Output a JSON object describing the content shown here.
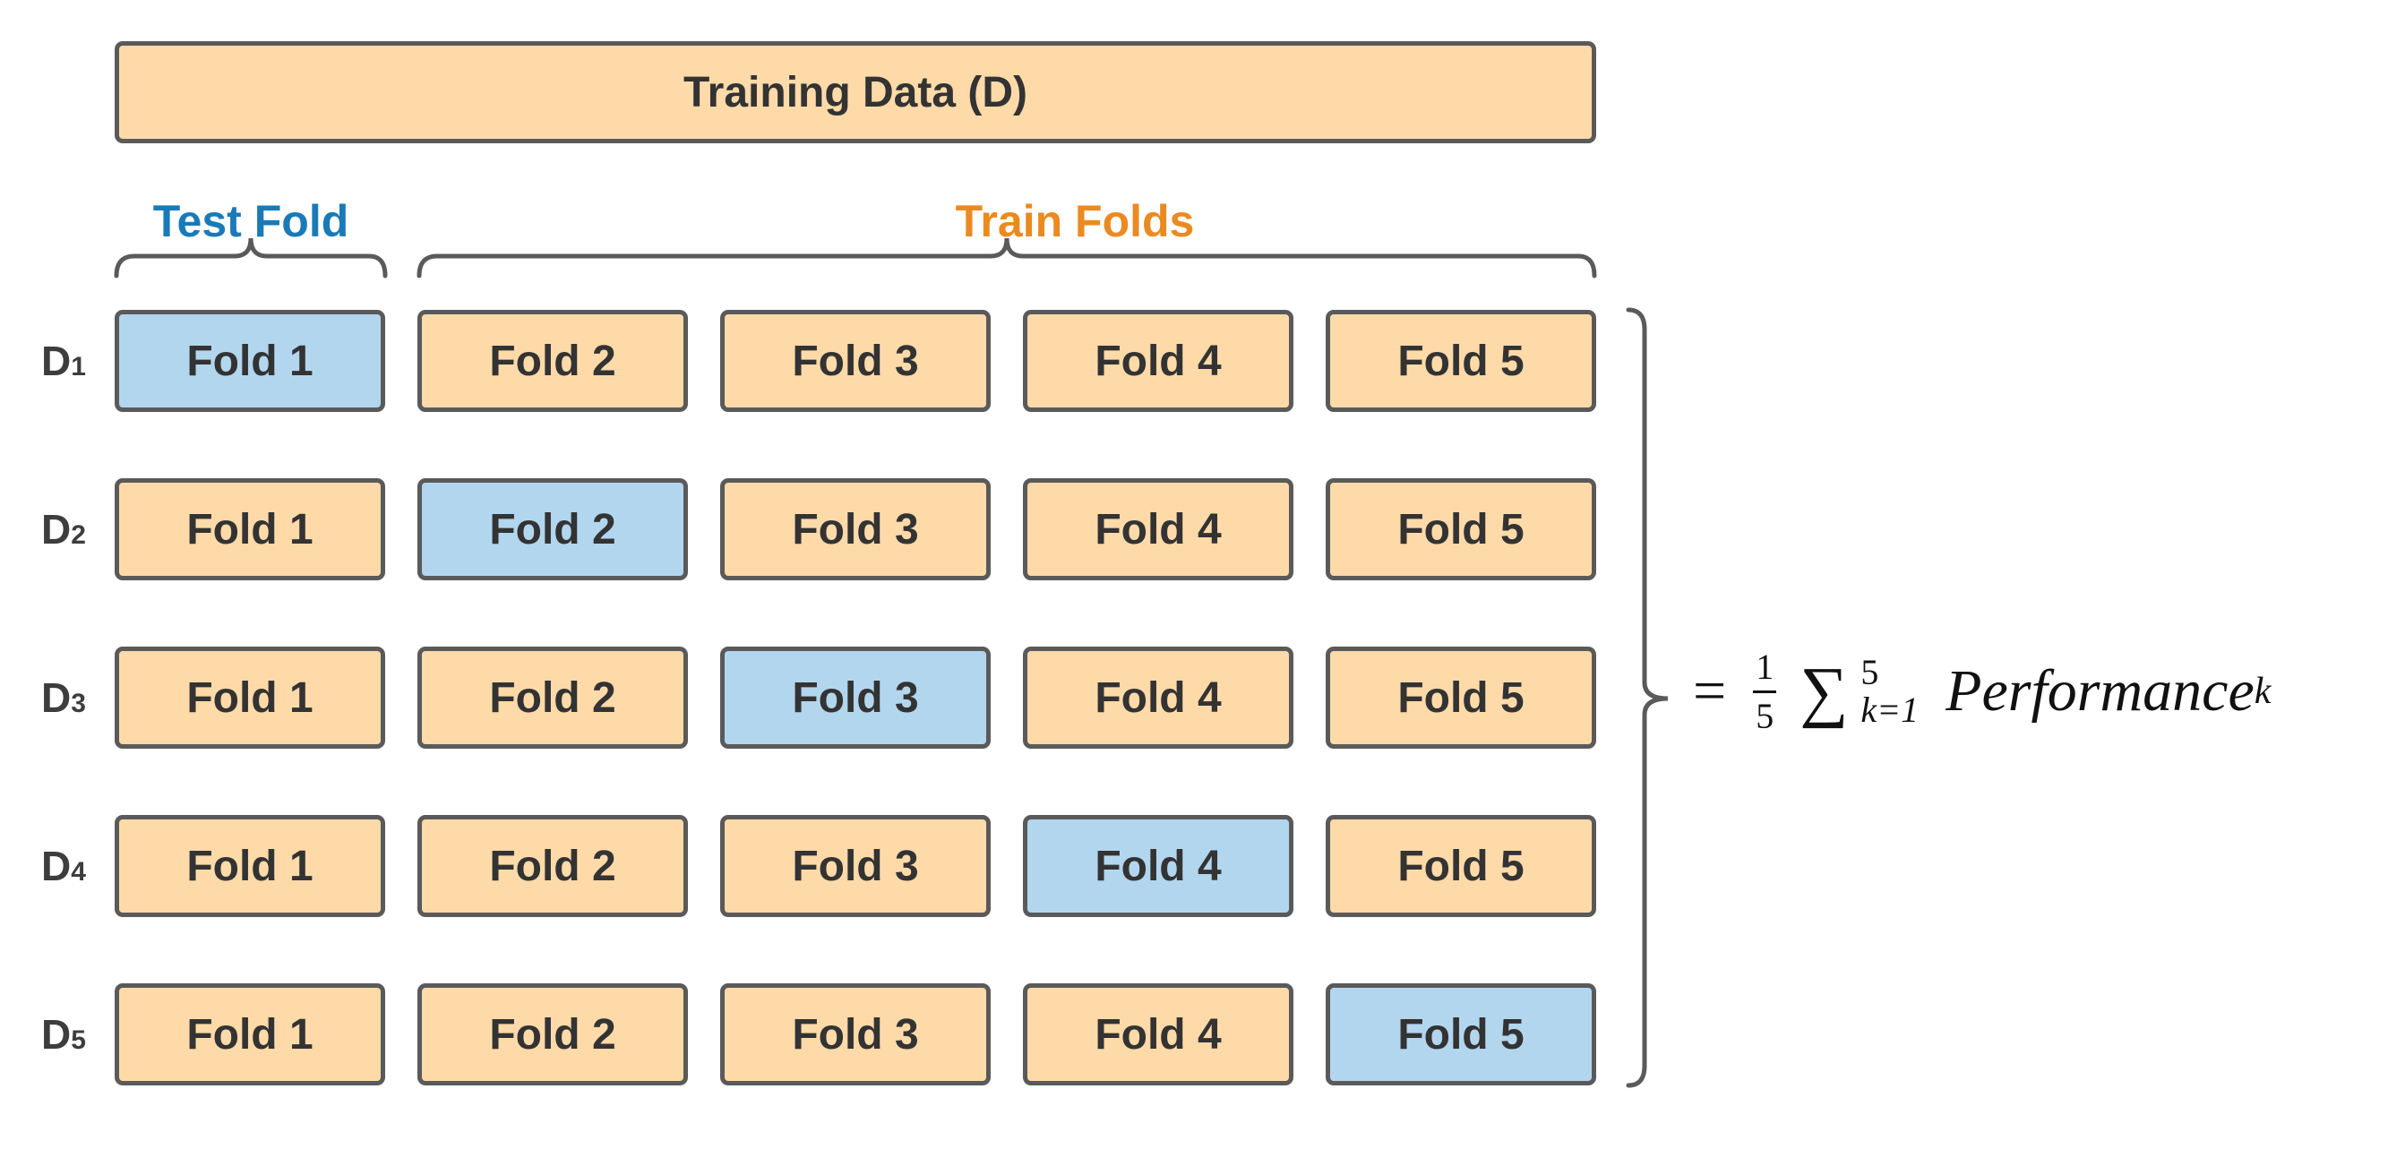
{
  "colors": {
    "train": "#FFDAA9",
    "test": "#B3D6EF",
    "border": "#5A5A5A",
    "test_label": "#1A7AB8",
    "train_label": "#EB8A21",
    "text": "#333333"
  },
  "training_data": {
    "label": "Training Data (D)"
  },
  "test_fold_label": {
    "word1": "Test",
    "word2": "Fold"
  },
  "train_folds_label": {
    "word1": "Train",
    "word2": "Folds"
  },
  "rows": [
    {
      "label": "D",
      "subscript": "1",
      "test_index": 0,
      "folds": [
        "Fold 1",
        "Fold 2",
        "Fold 3",
        "Fold 4",
        "Fold 5"
      ]
    },
    {
      "label": "D",
      "subscript": "2",
      "test_index": 1,
      "folds": [
        "Fold 1",
        "Fold 2",
        "Fold 3",
        "Fold 4",
        "Fold 5"
      ]
    },
    {
      "label": "D",
      "subscript": "3",
      "test_index": 2,
      "folds": [
        "Fold 1",
        "Fold 2",
        "Fold 3",
        "Fold 4",
        "Fold 5"
      ]
    },
    {
      "label": "D",
      "subscript": "4",
      "test_index": 3,
      "folds": [
        "Fold 1",
        "Fold 2",
        "Fold 3",
        "Fold 4",
        "Fold 5"
      ]
    },
    {
      "label": "D",
      "subscript": "5",
      "test_index": 4,
      "folds": [
        "Fold 1",
        "Fold 2",
        "Fold 3",
        "Fold 4",
        "Fold 5"
      ]
    }
  ],
  "formula": {
    "equals": "=",
    "frac_num": "1",
    "frac_den": "5",
    "sum_symbol": "∑",
    "upper_limit": "5",
    "lower_limit": "k=1",
    "term": "Performance",
    "term_subscript": "k"
  }
}
